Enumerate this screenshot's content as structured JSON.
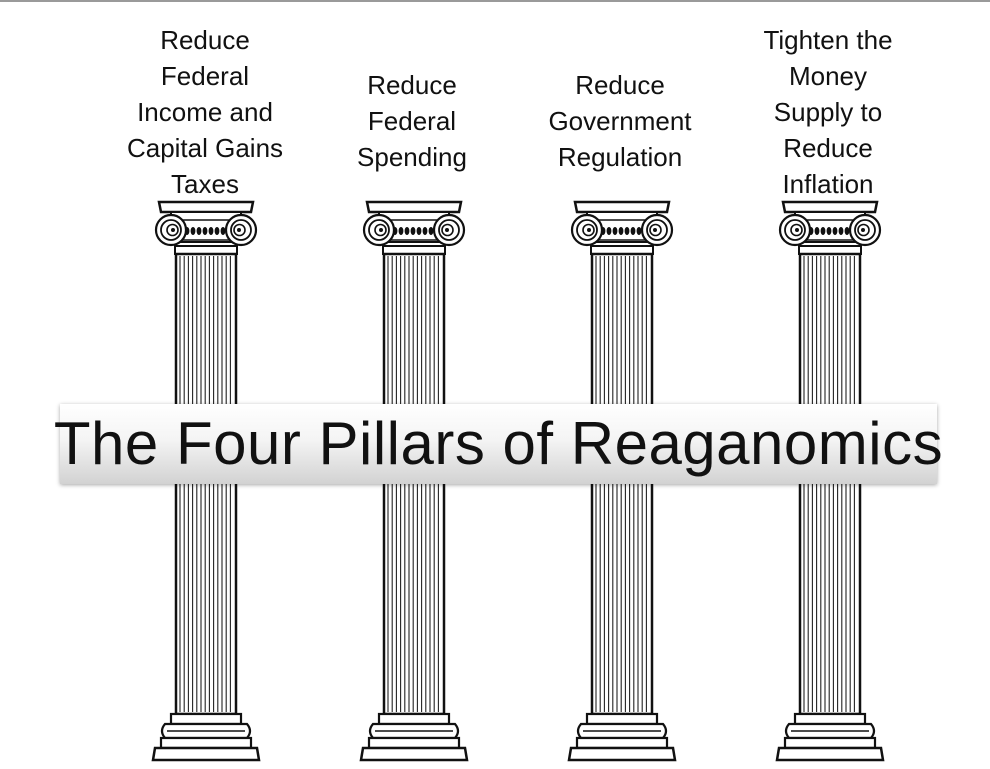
{
  "title": "The Four Pillars of Reaganomics",
  "pillars": [
    {
      "label_lines": [
        "Reduce",
        "Federal",
        "Income and",
        "Capital Gains",
        "Taxes"
      ]
    },
    {
      "label_lines": [
        "Reduce",
        "Federal",
        "Spending"
      ]
    },
    {
      "label_lines": [
        "Reduce",
        "Government",
        "Regulation"
      ]
    },
    {
      "label_lines": [
        "Tighten the",
        "Money",
        "Supply to",
        "Reduce",
        "Inflation"
      ]
    }
  ],
  "colors": {
    "ink": "#111111",
    "banner_top": "#ffffff",
    "banner_bottom": "#d2d2d2",
    "rule": "#9a9a9a"
  },
  "icons": [
    "ionic-column-icon"
  ]
}
